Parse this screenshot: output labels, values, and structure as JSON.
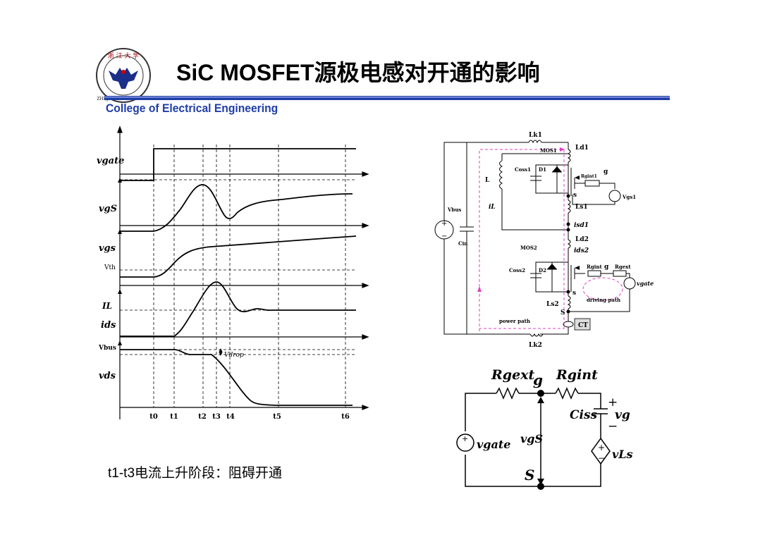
{
  "title": "SiC MOSFET源极电感对开通的影响",
  "college": "College of Electrical Engineering",
  "caption": "t1-t3电流上升阶段：阻碍开通",
  "logo": {
    "text_top": "浙 江 大 学",
    "text_bottom": "ZHEJIANG UNIVERSITY"
  },
  "waveform": {
    "signals": {
      "vgate": "vgate",
      "vgS": "vgS",
      "vgs": "vgs",
      "vth": "Vth",
      "iL": "IL",
      "ids": "ids",
      "vbus": "Vbus",
      "vds": "vds",
      "vdrop": "Vdrop"
    },
    "time_labels": [
      "t0",
      "t1",
      "t2",
      "t3",
      "t4",
      "t5",
      "t6"
    ]
  },
  "circuit": {
    "labels": {
      "lk1": "Lk1",
      "ld1": "Ld1",
      "mos1": "MOS1",
      "coss1": "Coss1",
      "d1": "D1",
      "g1": "g",
      "rgint1": "Rgint1",
      "s1": "s",
      "vgs1": "Vgs1",
      "l": "L",
      "il": "iL",
      "ls1": "Ls1",
      "isd1": "isd1",
      "vbus": "Vbus",
      "cin": "Cin",
      "ld2": "Ld2",
      "mos2": "MOS2",
      "ids2": "ids2",
      "rgint2": "Rgint",
      "g2": "g",
      "rgext": "Rgext",
      "coss2": "Coss2",
      "d2": "D2",
      "vgate": "vgate",
      "s2": "s",
      "ls2": "Ls2",
      "S": "S",
      "driving_path": "driving path",
      "power_path": "power path",
      "ct": "CT",
      "lk2": "Lk2"
    }
  },
  "equivalent": {
    "labels": {
      "rgext": "Rgext",
      "g": "g",
      "rgint": "Rgint",
      "ciss": "Ciss",
      "vg": "vg",
      "plus": "+",
      "minus": "−",
      "vgate": "vgate",
      "vgS": "vgS",
      "vLs": "vLs",
      "S": "S"
    }
  }
}
